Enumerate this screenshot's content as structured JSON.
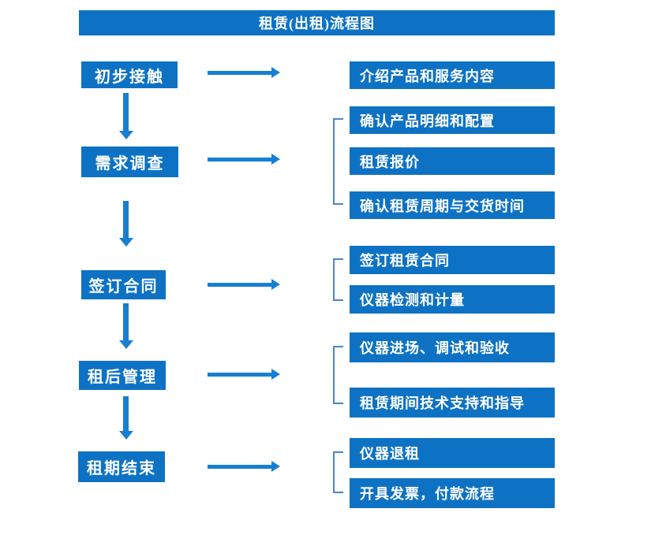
{
  "title": "租赁(出租)流程图",
  "flow": {
    "steps": [
      {
        "label": "初步接触",
        "details": [
          "介绍产品和服务内容"
        ]
      },
      {
        "label": "需求调查",
        "details": [
          "确认产品明细和配置",
          "租赁报价",
          "确认租赁周期与交货时间"
        ]
      },
      {
        "label": "签订合同",
        "details": [
          "签订租赁合同",
          "仪器检测和计量"
        ]
      },
      {
        "label": "租后管理",
        "details": [
          "仪器进场、调试和验收",
          "租赁期间技术支持和指导"
        ]
      },
      {
        "label": "租期结束",
        "details": [
          "仪器退租",
          "开具发票，付款流程"
        ]
      }
    ]
  },
  "colors": {
    "box_blue": "#0e72c4",
    "arrow_blue": "#177fd2",
    "bracket_blue": "#4a86c8",
    "text_white": "#ffffff"
  }
}
